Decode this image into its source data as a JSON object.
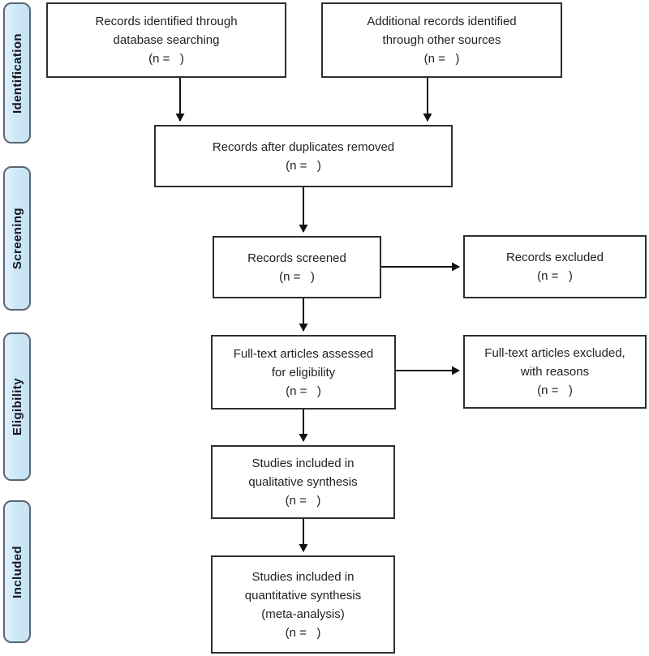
{
  "diagram_type": "prisma-flow-diagram",
  "colors": {
    "background": "#ffffff",
    "stage_fill": "#cde8f7",
    "stage_border": "#5a6673",
    "box_fill": "#ffffff",
    "box_border": "#2f2f2f",
    "text": "#222222",
    "arrow": "#111111"
  },
  "stages": [
    {
      "label": "Identification"
    },
    {
      "label": "Screening"
    },
    {
      "label": "Eligibility"
    },
    {
      "label": "Included"
    }
  ],
  "nodes": {
    "identified_db": {
      "lines": [
        "Records identified through",
        "database searching"
      ],
      "count": "(n =   )"
    },
    "identified_other": {
      "lines": [
        "Additional records identified",
        "through other sources"
      ],
      "count": "(n =   )"
    },
    "after_duplicates": {
      "lines": [
        "Records after duplicates removed"
      ],
      "count": "(n =   )"
    },
    "screened": {
      "lines": [
        "Records screened"
      ],
      "count": "(n =   )"
    },
    "excluded": {
      "lines": [
        "Records excluded"
      ],
      "count": "(n =   )"
    },
    "fulltext_assessed": {
      "lines": [
        "Full-text articles assessed",
        "for eligibility"
      ],
      "count": "(n =   )"
    },
    "fulltext_excluded": {
      "lines": [
        "Full-text articles excluded,",
        "with reasons"
      ],
      "count": "(n =   )"
    },
    "qualitative": {
      "lines": [
        "Studies included in",
        "qualitative synthesis"
      ],
      "count": "(n =   )"
    },
    "quantitative": {
      "lines": [
        "Studies included in",
        "quantitative synthesis",
        "(meta-analysis)"
      ],
      "count": "(n =   )"
    }
  },
  "connections": [
    {
      "from": "identified_db",
      "to": "after_duplicates",
      "direction": "down"
    },
    {
      "from": "identified_other",
      "to": "after_duplicates",
      "direction": "down"
    },
    {
      "from": "after_duplicates",
      "to": "screened",
      "direction": "down"
    },
    {
      "from": "screened",
      "to": "excluded",
      "direction": "right"
    },
    {
      "from": "screened",
      "to": "fulltext_assessed",
      "direction": "down"
    },
    {
      "from": "fulltext_assessed",
      "to": "fulltext_excluded",
      "direction": "right"
    },
    {
      "from": "fulltext_assessed",
      "to": "qualitative",
      "direction": "down"
    },
    {
      "from": "qualitative",
      "to": "quantitative",
      "direction": "down"
    }
  ]
}
